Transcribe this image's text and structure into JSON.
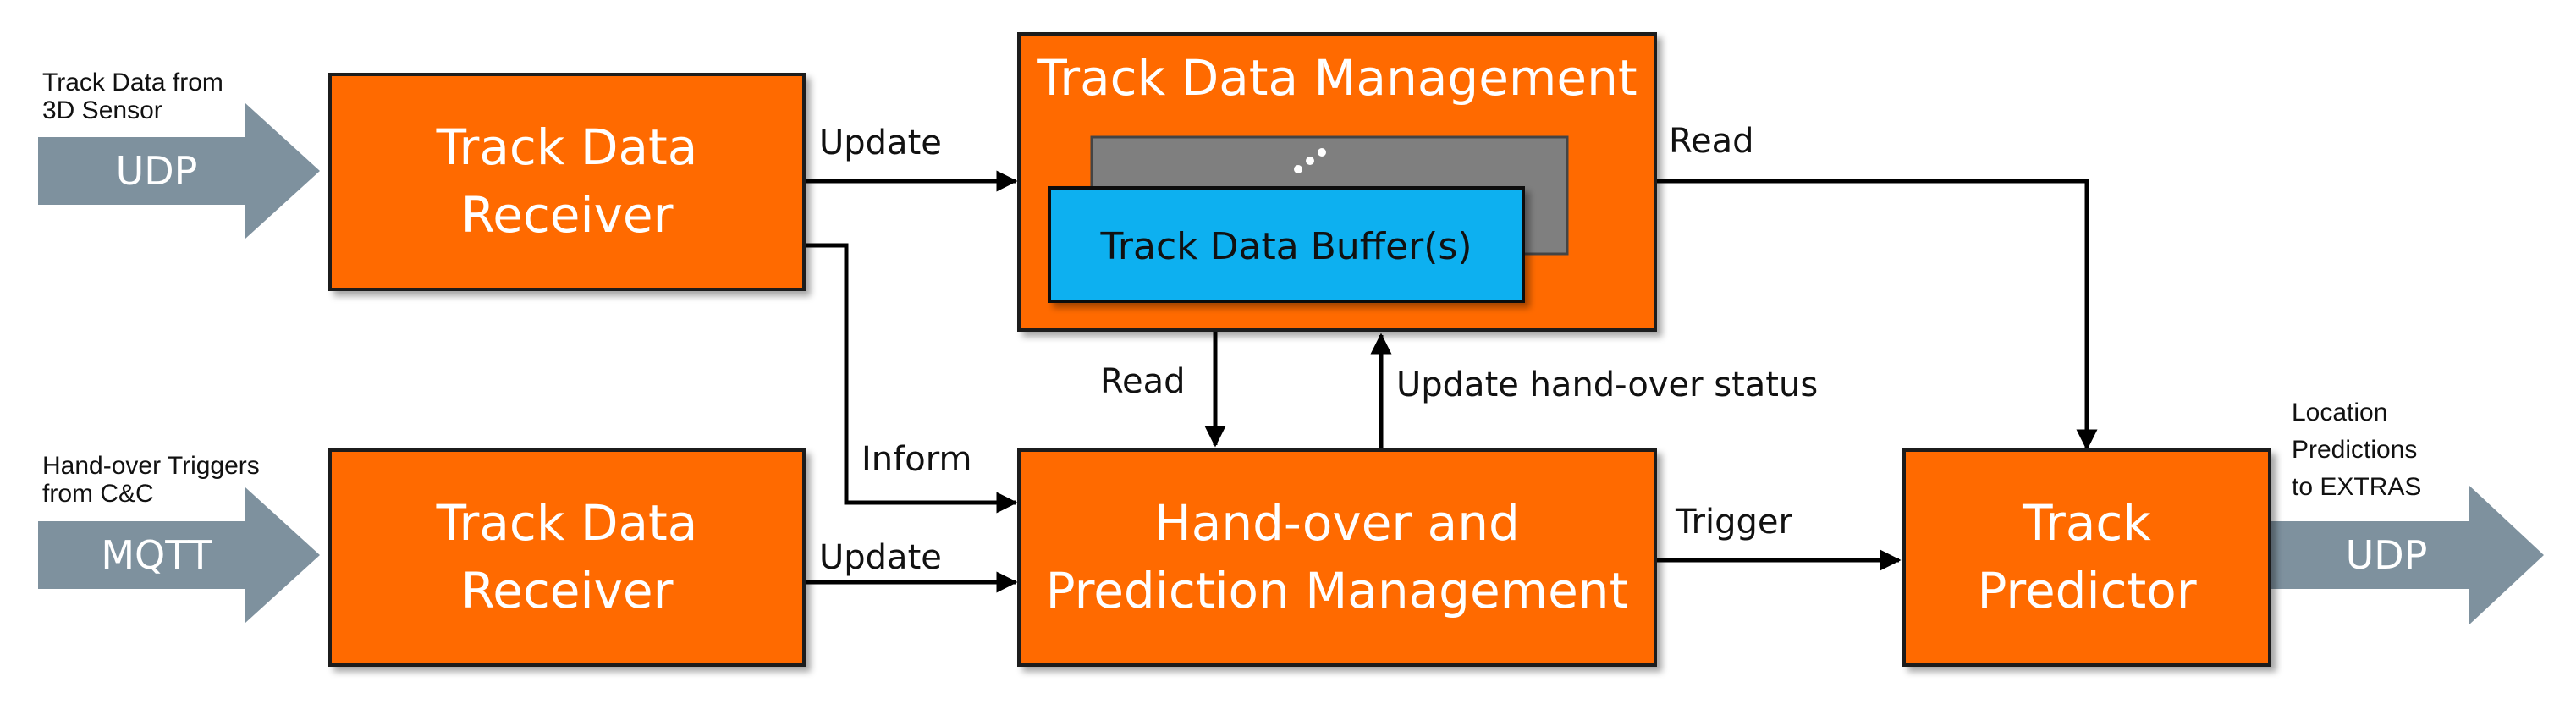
{
  "colors": {
    "box_fill": "#FF6A00",
    "box_stroke": "#1a1a1a",
    "buffer_fill": "#10B0F0",
    "stack_fill": "#7f7f7f",
    "io_arrow_fill": "#7E919E",
    "line": "#000000"
  },
  "inputs": {
    "udp_in": {
      "caption_line1": "Track Data from",
      "caption_line2": "3D Sensor",
      "label": "UDP"
    },
    "mqtt_in": {
      "caption_line1": "Hand-over Triggers",
      "caption_line2": "from C&C",
      "label": "MQTT"
    }
  },
  "output": {
    "caption_line1": "Location",
    "caption_line2": "Predictions",
    "caption_line3": "to EXTRAS",
    "label": "UDP"
  },
  "boxes": {
    "receiver_top": {
      "line1": "Track Data",
      "line2": "Receiver"
    },
    "receiver_bottom": {
      "line1": "Track Data",
      "line2": "Receiver"
    },
    "management": {
      "title": "Track Data Management"
    },
    "buffer": {
      "label": "Track Data Buffer(s)",
      "stack_icon": "ellipsis-icon"
    },
    "handover": {
      "line1": "Hand-over and",
      "line2": "Prediction Management"
    },
    "predictor": {
      "line1": "Track",
      "line2": "Predictor"
    }
  },
  "flows": {
    "update_top": "Update",
    "read_right": "Read",
    "inform": "Inform",
    "update_bottom": "Update",
    "read_down": "Read",
    "update_status": "Update hand-over status",
    "trigger": "Trigger"
  }
}
